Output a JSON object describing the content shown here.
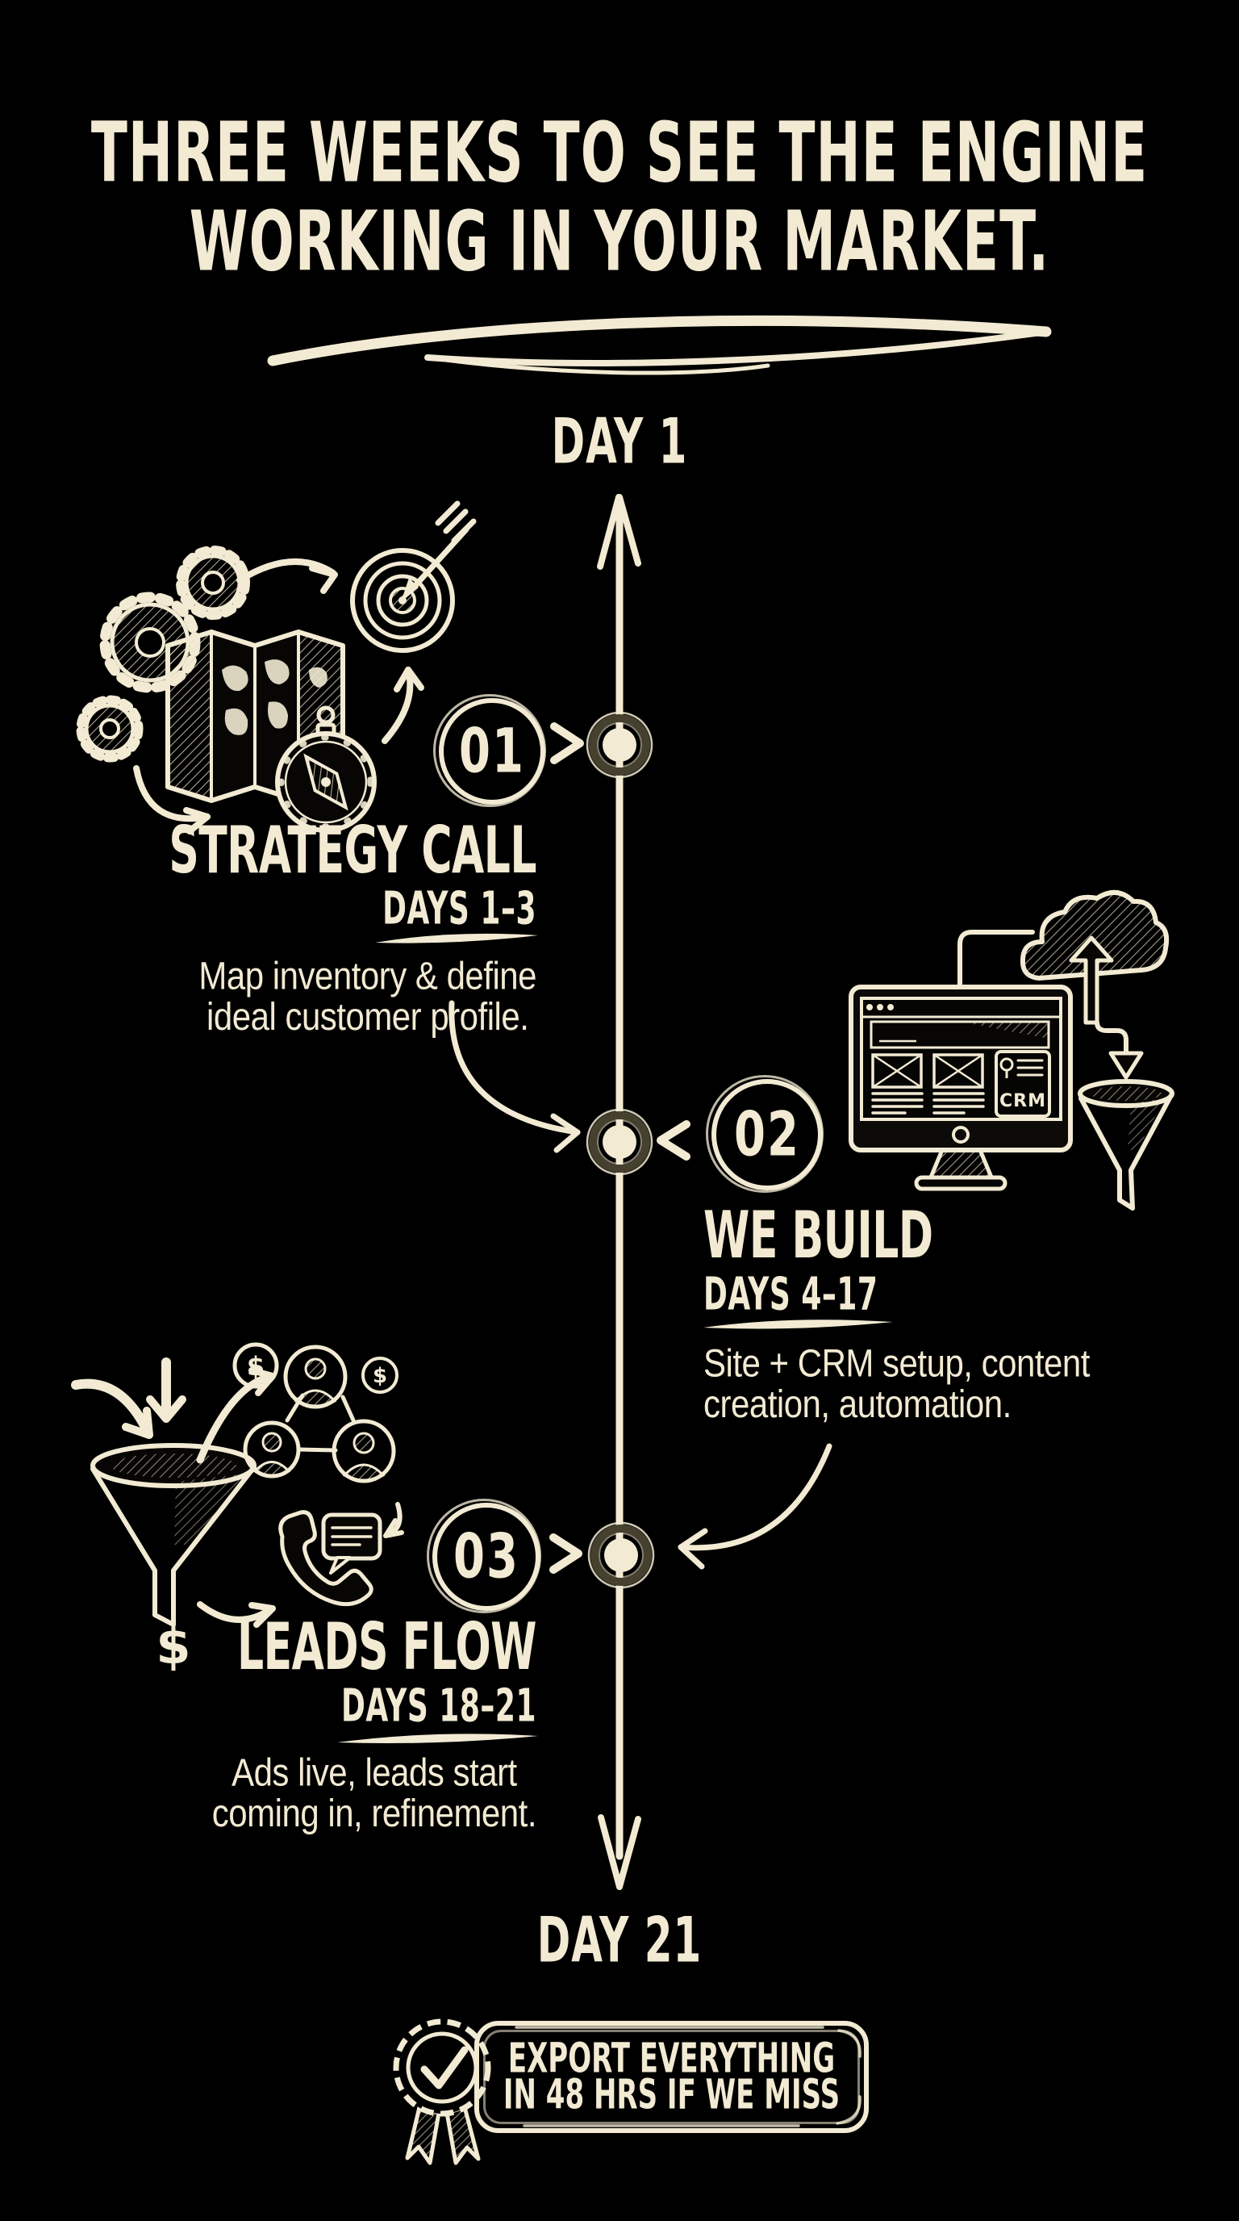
{
  "colors": {
    "background": "#000000",
    "ink": "#f2ead2"
  },
  "title": {
    "line1": "THREE WEEKS TO SEE THE ENGINE",
    "line2": "WORKING IN YOUR MARKET."
  },
  "timeline": {
    "start_label": "DAY 1",
    "end_label": "DAY 21"
  },
  "milestones": [
    {
      "number": "01",
      "title": "STRATEGY CALL",
      "days": "DAYS 1–3",
      "desc_line1": "Map inventory & define",
      "desc_line2": "ideal customer profile."
    },
    {
      "number": "02",
      "title": "WE BUILD",
      "days": "DAYS 4–17",
      "desc_line1": "Site + CRM setup, content",
      "desc_line2": "creation, automation.",
      "screen_label": "CRM"
    },
    {
      "number": "03",
      "title": "LEADS FLOW",
      "days": "DAYS 18–21",
      "desc_line1": "Ads live, leads start",
      "desc_line2": "coming in, refinement."
    }
  ],
  "guarantee": {
    "line1": "EXPORT EVERYTHING",
    "line2": "IN 48 HRS IF WE MISS"
  },
  "glyphs": {
    "dollar": "$"
  }
}
